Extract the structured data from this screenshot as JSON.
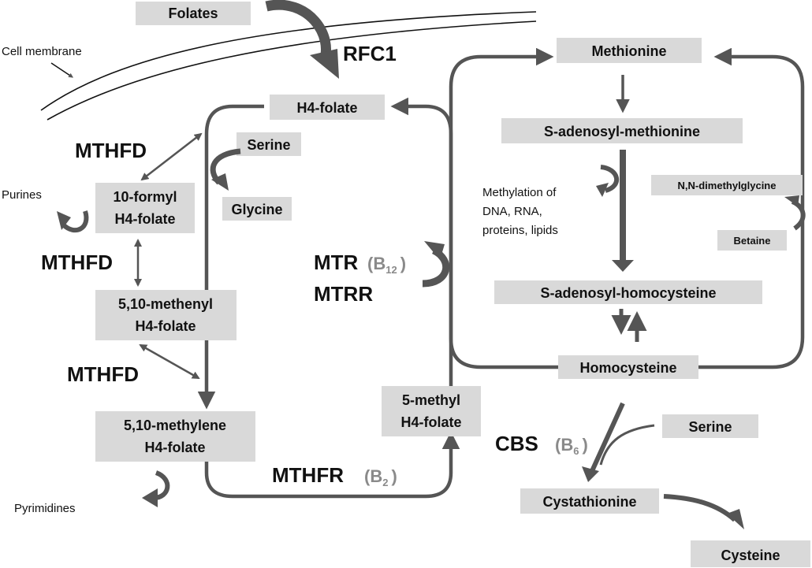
{
  "nodes": {
    "folates": "Folates",
    "cell_membrane": "Cell membrane",
    "rfc1": "RFC1",
    "h4_folate": "H4-folate",
    "serine_top": "Serine",
    "glycine": "Glycine",
    "mthfd_1": "MTHFD",
    "purines": "Purines",
    "formyl_1": "10-formyl",
    "formyl_2": "H4-folate",
    "mthfd_2": "MTHFD",
    "methenyl_1": "5,10-methenyl",
    "methenyl_2": "H4-folate",
    "mthfd_3": "MTHFD",
    "methylene_1": "5,10-methylene",
    "methylene_2": "H4-folate",
    "pyrimidines": "Pyrimidines",
    "mthfr": "MTHFR",
    "mthfr_cof": "(B",
    "mthfr_sub": "2",
    "mthfr_close": ")",
    "methyl_1": "5-methyl",
    "methyl_2": "H4-folate",
    "mtr": "MTR",
    "mtr_cof": "(B",
    "mtr_sub": "12",
    "mtr_close": ")",
    "mtrr": "MTRR",
    "methionine": "Methionine",
    "sam": "S-adenosyl-methionine",
    "methylation_1": "Methylation of",
    "methylation_2": "DNA, RNA,",
    "methylation_3": "proteins, lipids",
    "dmg": "N,N-dimethylglycine",
    "betaine": "Betaine",
    "sah": "S-adenosyl-homocysteine",
    "homocysteine": "Homocysteine",
    "cbs": "CBS",
    "cbs_cof": "(B",
    "cbs_sub": "6",
    "cbs_close": ")",
    "serine_bottom": "Serine",
    "cystathionine": "Cystathionine",
    "cysteine": "Cysteine"
  },
  "colors": {
    "box": "#d9d9d9",
    "arrow": "#555555",
    "cofactor": "#8a8a8a"
  }
}
